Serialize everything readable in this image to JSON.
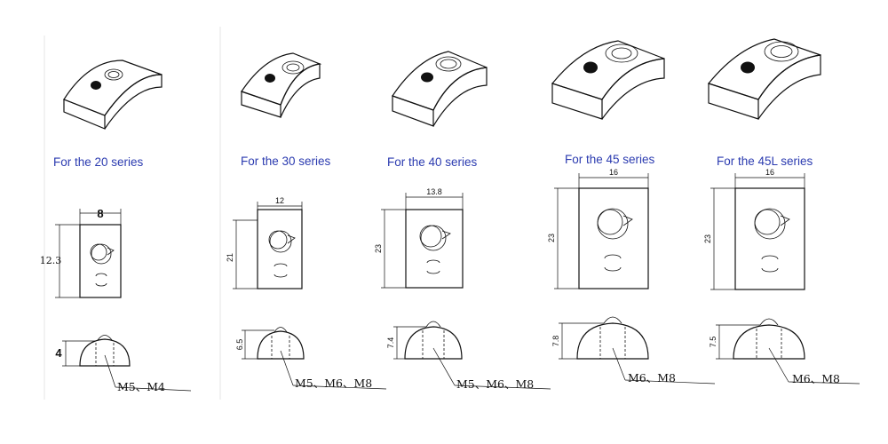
{
  "series": [
    {
      "label": "For the 20 series",
      "width": "8",
      "height": "12.3",
      "profile_height": "4",
      "threads": "M5、M4"
    },
    {
      "label": "For the 30 series",
      "width": "12",
      "height": "21",
      "profile_height": "6.5",
      "threads": "M5、M6、M8"
    },
    {
      "label": "For the 40 series",
      "width": "13.8",
      "height": "23",
      "profile_height": "7.4",
      "threads": "M5、M6、M8"
    },
    {
      "label": "For the 45 series",
      "width": "16",
      "height": "23",
      "profile_height": "7.8",
      "threads": "M6、M8"
    },
    {
      "label": "For the 45L series",
      "width": "16",
      "height": "23",
      "profile_height": "7.5",
      "threads": "M6、M8"
    }
  ]
}
